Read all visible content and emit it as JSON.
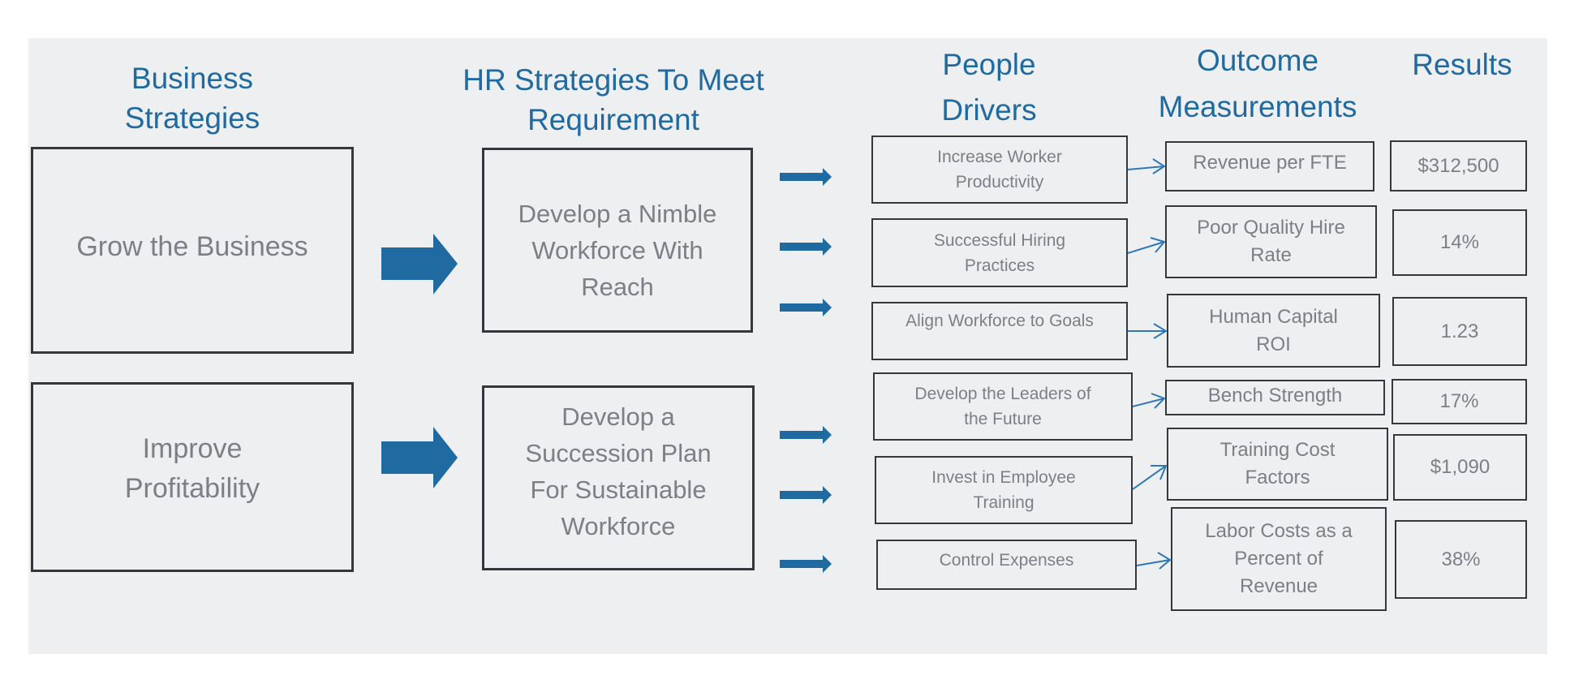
{
  "headers": {
    "business_strategies": [
      "Business",
      "Strategies"
    ],
    "hr_strategies": [
      "HR Strategies To Meet",
      "Requirement"
    ],
    "people_drivers": [
      "People",
      "Drivers"
    ],
    "outcome_measurements": [
      "Outcome",
      "Measurements"
    ],
    "results": [
      "Results"
    ]
  },
  "business_strategies": [
    {
      "lines": [
        "Grow the Business"
      ]
    },
    {
      "lines": [
        "Improve",
        "Profitability"
      ]
    }
  ],
  "hr_strategies": [
    {
      "lines": [
        "Develop a Nimble",
        "Workforce With",
        "Reach"
      ]
    },
    {
      "lines": [
        "Develop a",
        "Succession Plan",
        "For Sustainable",
        "Workforce"
      ]
    }
  ],
  "rows": [
    {
      "driver": [
        "Increase Worker",
        "Productivity"
      ],
      "outcome": [
        "Revenue per FTE"
      ],
      "result": "$312,500"
    },
    {
      "driver": [
        "Successful Hiring",
        "Practices"
      ],
      "outcome": [
        "Poor Quality Hire",
        "Rate"
      ],
      "result": "14%"
    },
    {
      "driver": [
        "Align Workforce to Goals"
      ],
      "outcome": [
        "Human Capital",
        "ROI"
      ],
      "result": "1.23"
    },
    {
      "driver": [
        "Develop the Leaders of",
        "the Future"
      ],
      "outcome": [
        "Bench Strength"
      ],
      "result": "17%"
    },
    {
      "driver": [
        "Invest in Employee",
        "Training"
      ],
      "outcome": [
        "Training Cost",
        "Factors"
      ],
      "result": "$1,090"
    },
    {
      "driver": [
        "Control Expenses"
      ],
      "outcome": [
        "Labor Costs as a",
        "Percent of",
        "Revenue"
      ],
      "result": "38%"
    }
  ],
  "colors": {
    "accent": "#1f6aa0",
    "arrow_fill": "#1f6aa0",
    "connector": "#2e78b7",
    "box_border": "#35373d",
    "box_text": "#7d7f86",
    "panel_bg": "#eeeff1"
  }
}
